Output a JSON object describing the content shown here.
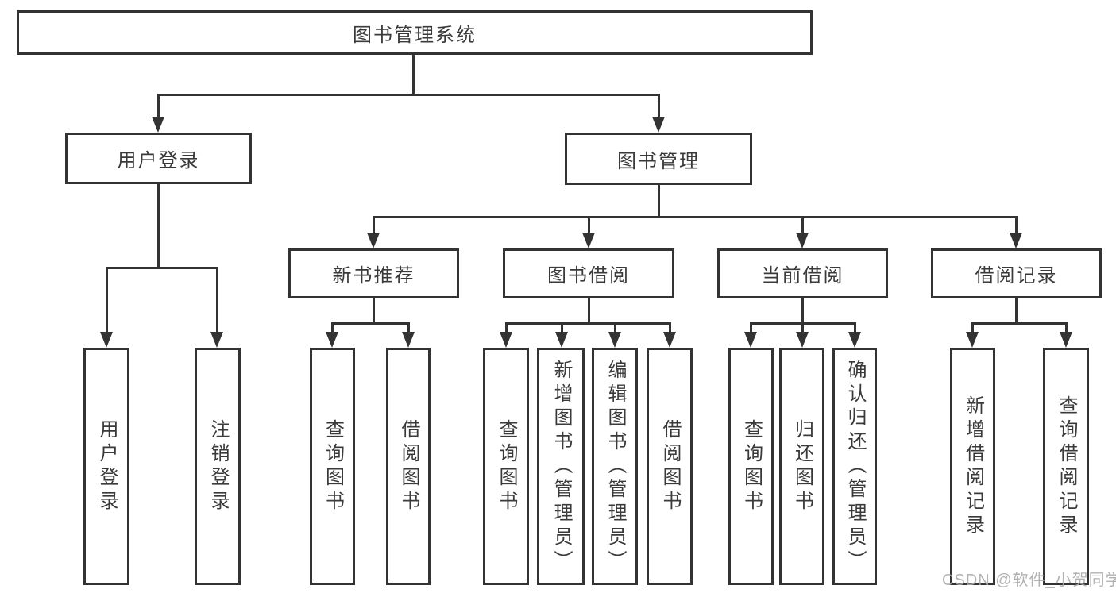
{
  "diagram_type": "hierarchy-tree",
  "colors": {
    "line": "#333333",
    "box_border": "#333333",
    "box_fill": "#ffffff",
    "text": "#3a3a3a",
    "watermark": "#aaaaaa"
  },
  "tree": {
    "root": {
      "label": "图书管理系统",
      "children": [
        {
          "label": "用户登录",
          "children": [
            {
              "label": "用户登录"
            },
            {
              "label": "注销登录"
            }
          ]
        },
        {
          "label": "图书管理",
          "children": [
            {
              "label": "新书推荐",
              "children": [
                {
                  "label": "查询图书"
                },
                {
                  "label": "借阅图书"
                }
              ]
            },
            {
              "label": "图书借阅",
              "children": [
                {
                  "label": "查询图书"
                },
                {
                  "label": "新增图书（管理员）"
                },
                {
                  "label": "编辑图书（管理员）"
                },
                {
                  "label": "借阅图书"
                }
              ]
            },
            {
              "label": "当前借阅",
              "children": [
                {
                  "label": "查询图书"
                },
                {
                  "label": "归还图书"
                },
                {
                  "label": "确认归还（管理员）"
                }
              ]
            },
            {
              "label": "借阅记录",
              "children": [
                {
                  "label": "新增借阅记录"
                },
                {
                  "label": "查询借阅记录"
                }
              ]
            }
          ]
        }
      ]
    }
  },
  "watermark": {
    "text": "CSDN @软件_小贺同学"
  }
}
